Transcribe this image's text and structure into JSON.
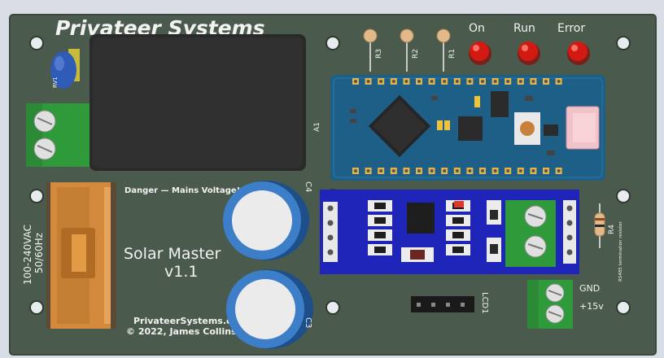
{
  "board": {
    "title": "Privateer Systems",
    "product_name": "Solar Master",
    "version": "v1.1",
    "website": "PrivateerSystems.com",
    "copyright": "© 2022, James Collins",
    "warning": "Danger — Mains Voltage!!",
    "input_rating_line1": "100-240VAC",
    "input_rating_line2": "50/60Hz",
    "termination_note": "RS485 termination resistor"
  },
  "leds": [
    {
      "label": "On",
      "color": "#d21a12"
    },
    {
      "label": "Run",
      "color": "#d21a12"
    },
    {
      "label": "Error",
      "color": "#d21a12"
    }
  ],
  "designators": {
    "r1": "R1",
    "r2": "R2",
    "r3": "R3",
    "r4": "R4",
    "a1": "A1",
    "c3": "C3",
    "c4": "C4",
    "lcd1": "LCD1",
    "rv1": "RV1"
  },
  "power_out": {
    "gnd": "GND",
    "vplus": "+15v"
  },
  "colors": {
    "pcb": "#4a5a4c",
    "arduino_blue": "#1d5f86",
    "rs485_blue": "#1f25b8",
    "terminal_green": "#2f9a3a",
    "capacitor_blue": "#3d7ec8",
    "psu_black": "#2a2a2a",
    "fuse_orange": "#d38a3c"
  }
}
